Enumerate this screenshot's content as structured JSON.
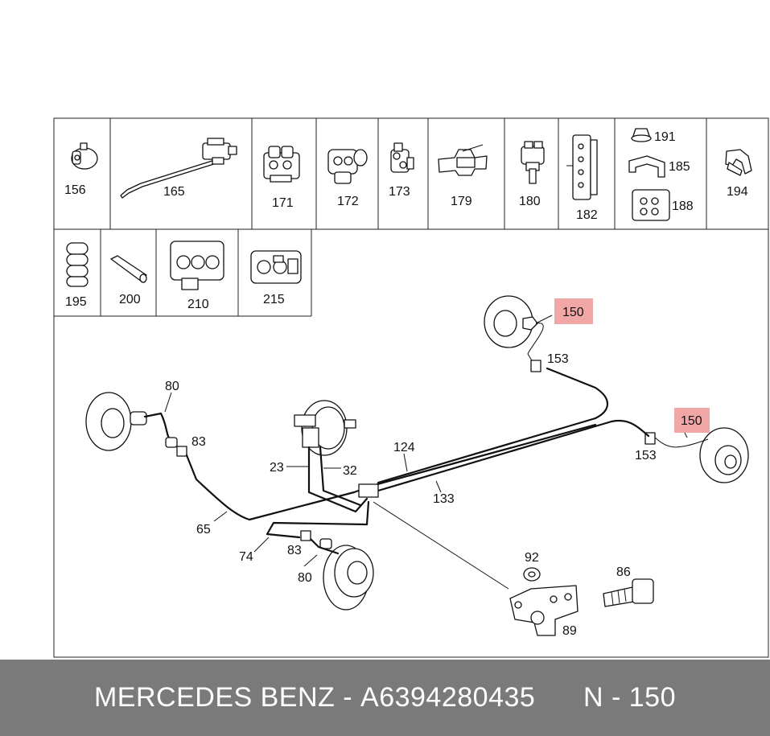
{
  "catalog_cells_row1": [
    "156",
    "165",
    "171",
    "172",
    "173",
    "179",
    "180",
    "182",
    "194"
  ],
  "catalog_cell_182_group": [
    "191",
    "185",
    "188"
  ],
  "catalog_cells_row2": [
    "195",
    "200",
    "210",
    "215"
  ],
  "callouts": {
    "highlighted_top": "150",
    "highlighted_right": "150",
    "c153_top": "153",
    "c153_right": "153",
    "c80_top": "80",
    "c83_top": "83",
    "c124": "124",
    "c23": "23",
    "c32": "32",
    "c133": "133",
    "c65": "65",
    "c74": "74",
    "c83_bottom": "83",
    "c80_bottom": "80",
    "c92": "92",
    "c86": "86",
    "c89": "89"
  },
  "highlight_color": "#f2a7a7",
  "footer": {
    "brand": "MERCEDES BENZ",
    "separator": " - ",
    "part_number": "A6394280435",
    "position": "N - 150"
  }
}
